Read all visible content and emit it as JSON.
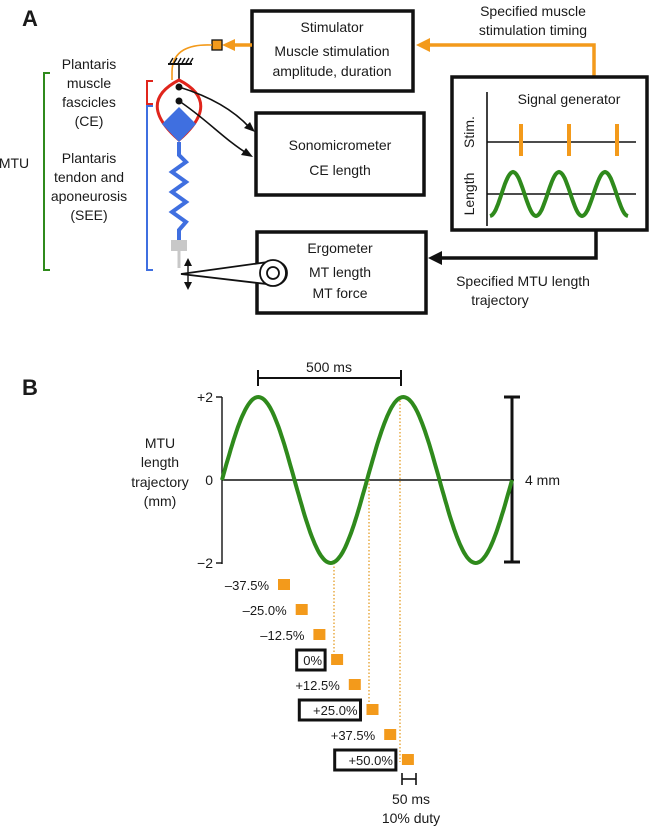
{
  "panel_a": {
    "label": "A",
    "stimulator": {
      "title": "Stimulator",
      "line1": "Muscle stimulation",
      "line2": "amplitude, duration"
    },
    "timing_label": {
      "line1": "Specified muscle",
      "line2": "stimulation timing"
    },
    "signal_generator": {
      "title": "Signal generator",
      "stim_label": "Stim.",
      "length_label": "Length"
    },
    "sonomicrometer": {
      "title": "Sonomicrometer",
      "line1": "CE length"
    },
    "ergometer": {
      "title": "Ergometer",
      "line1": "MT length",
      "line2": "MT force"
    },
    "trajectory_label": {
      "line1": "Specified MTU length",
      "line2": "trajectory"
    },
    "muscle_label": {
      "line1": "Plantaris",
      "line2": "muscle",
      "line3": "fascicles",
      "line4": "(CE)"
    },
    "tendon_label": {
      "line1": "Plantaris",
      "line2": "tendon and",
      "line3": "aponeurosis",
      "line4": "(SEE)"
    },
    "mtu_label": "MTU"
  },
  "panel_b": {
    "label": "B",
    "period_label": "500 ms",
    "y_ticks": [
      "+2",
      "0",
      "−2"
    ],
    "ylabel": {
      "line1": "MTU",
      "line2": "length",
      "line3": "trajectory",
      "line4": "(mm)"
    },
    "amplitude_label": "4 mm",
    "phases": [
      {
        "label": "–37.5%",
        "boxed": false
      },
      {
        "label": "–25.0%",
        "boxed": false
      },
      {
        "label": "–12.5%",
        "boxed": false
      },
      {
        "label": "0%",
        "boxed": true
      },
      {
        "label": "+12.5%",
        "boxed": false
      },
      {
        "label": "+25.0%",
        "boxed": true
      },
      {
        "label": "+37.5%",
        "boxed": false
      },
      {
        "label": "+50.0%",
        "boxed": true
      }
    ],
    "pulse_label": {
      "line1": "50 ms",
      "line2": "10% duty"
    }
  },
  "colors": {
    "orange": "#f39a1b",
    "green": "#2f8a1c",
    "blue": "#3f6fe0",
    "red": "#e0251c",
    "gray": "#c8c8c8"
  }
}
